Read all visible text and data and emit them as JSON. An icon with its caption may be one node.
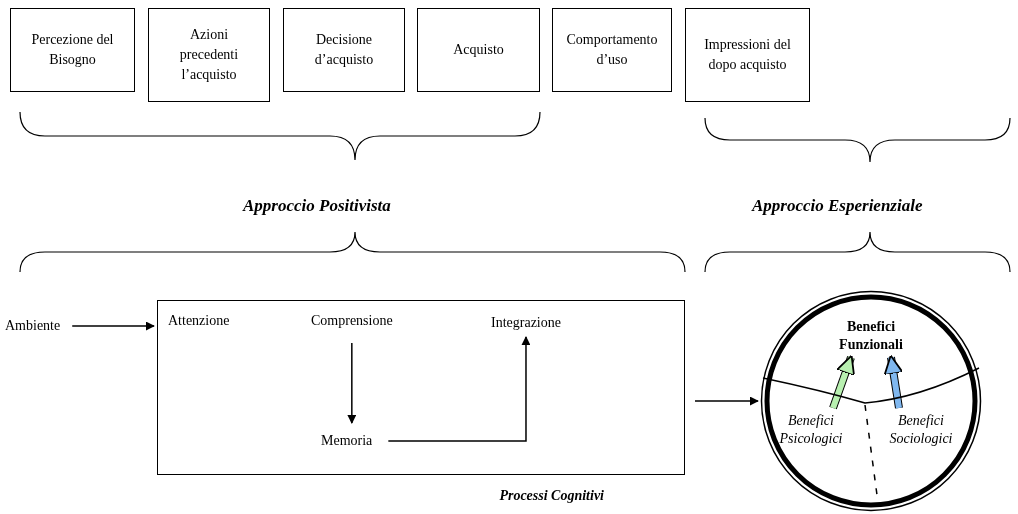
{
  "diagram": {
    "nodes": [
      {
        "text": [
          "Percezione del Bisogno"
        ]
      },
      {
        "text": [
          "Azioni precedenti l’acquisto"
        ]
      },
      {
        "text": [
          "Decisione d’acquisto"
        ]
      },
      {
        "text": [
          "Acquisto"
        ]
      },
      {
        "text": [
          "Comportamento d’uso"
        ]
      },
      {
        "text": [
          "Impressioni del dopo acquisto"
        ]
      },
      {
        "text": [
          "Ambiente"
        ]
      },
      {
        "text": [
          "Processi Cognitivi"
        ]
      },
      {
        "text": [
          "Attenzione"
        ],
        "in": 7
      },
      {
        "text": [
          "Comprensione"
        ],
        "in": 7
      },
      {
        "text": [
          "Memoria"
        ],
        "in": 7
      },
      {
        "text": [
          "Integrazione"
        ],
        "in": 7
      },
      {
        "text": [],
        "shape": "circle"
      },
      {
        "text": [
          "Benefici Funzionali"
        ],
        "in": 12
      },
      {
        "text": [
          "Benefici Psicologici"
        ],
        "in": 12
      },
      {
        "text": [
          "Benefici Sociologici"
        ],
        "in": 12
      }
    ],
    "edges": [
      {
        "from": 6,
        "to": 7,
        "arrow": "to"
      },
      {
        "from": 9,
        "to": 10,
        "arrow": "to"
      },
      {
        "from": 10,
        "to": 11,
        "arrow": "to"
      },
      {
        "from": 7,
        "to": 12,
        "arrow": "to"
      },
      {
        "from": 14,
        "to": 13,
        "arrow": "to",
        "style": "thick",
        "color": "#b8f0b0"
      },
      {
        "from": 15,
        "to": 13,
        "arrow": "to",
        "style": "thick",
        "color": "#80b8f0"
      }
    ],
    "labels": [
      "Approccio Positivista",
      "Approccio Esperienziale"
    ]
  }
}
